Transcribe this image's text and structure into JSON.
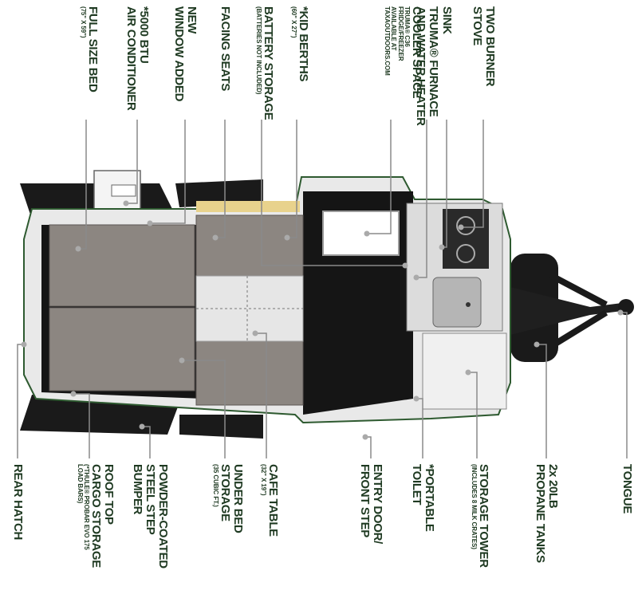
{
  "labels_top": [
    {
      "id": "full-size-bed",
      "lines": [
        "FULL SIZE BED"
      ],
      "sub": [
        "(75\" X 59\")"
      ]
    },
    {
      "id": "air-conditioner",
      "lines": [
        "*5000 BTU",
        "AIR CONDITIONER"
      ],
      "sub": []
    },
    {
      "id": "new-window",
      "lines": [
        "NEW",
        "WINDOW ADDED"
      ],
      "sub": []
    },
    {
      "id": "facing-seats",
      "lines": [
        "FACING SEATS"
      ],
      "sub": []
    },
    {
      "id": "battery-storage",
      "lines": [
        "BATTERY STORAGE"
      ],
      "sub": [
        "(BATTERIES NOT INCLUDED)"
      ]
    },
    {
      "id": "kid-berths",
      "lines": [
        "*KID BERTHS"
      ],
      "sub": [
        "(60\" X 27\")"
      ]
    },
    {
      "id": "cooler-space",
      "lines": [
        "COOLER SPACE"
      ],
      "sub": [
        "TRUMA® C36",
        "FRIDGE/FREEZER",
        "AVAILABLE AT",
        "TAXAOUTDOORS.COM"
      ]
    },
    {
      "id": "furnace",
      "lines": [
        "TRUMA® FURNACE",
        "AND WATER HEATER"
      ],
      "sub": []
    },
    {
      "id": "sink",
      "lines": [
        "SINK"
      ],
      "sub": []
    },
    {
      "id": "stove",
      "lines": [
        "TWO BURNER",
        "STOVE"
      ],
      "sub": []
    }
  ],
  "labels_bottom": [
    {
      "id": "rear-hatch",
      "lines": [
        "REAR HATCH"
      ],
      "sub": []
    },
    {
      "id": "roof-cargo",
      "lines": [
        "ROOF TOP",
        "CARGO STORAGE"
      ],
      "sub": [
        "(*THULE® PROBAR EVO 175",
        "LOAD BARS)"
      ]
    },
    {
      "id": "bumper",
      "lines": [
        "POWDER-COATED",
        "STEEL STEP",
        "BUMPER"
      ],
      "sub": []
    },
    {
      "id": "under-bed",
      "lines": [
        "UNDER BED",
        "STORAGE"
      ],
      "sub": [
        "(35 CUBIC FT.)"
      ]
    },
    {
      "id": "cafe-table",
      "lines": [
        "CAFE TABLE"
      ],
      "sub": [
        "(32\" X 19\")"
      ]
    },
    {
      "id": "entry-door",
      "lines": [
        "ENTRY DOOR/",
        "FRONT STEP"
      ],
      "sub": []
    },
    {
      "id": "toilet",
      "lines": [
        "*PORTABLE",
        "TOILET"
      ],
      "sub": []
    },
    {
      "id": "storage-tower",
      "lines": [
        "STORAGE TOWER"
      ],
      "sub": [
        "(INCLUDES 8 MILK CRATES)"
      ]
    },
    {
      "id": "propane",
      "lines": [
        "2x 20LB",
        "PROPANE TANKS"
      ],
      "sub": []
    },
    {
      "id": "tongue",
      "lines": [
        "TONGUE"
      ],
      "sub": []
    }
  ],
  "colors": {
    "label": "#1f3a22",
    "leader": "#8a8a8a",
    "floor": "#151515",
    "cushion": "#8c8681",
    "table": "#e6e6e6",
    "metal": "#cfcfcf",
    "outline": "#2e5a30"
  }
}
